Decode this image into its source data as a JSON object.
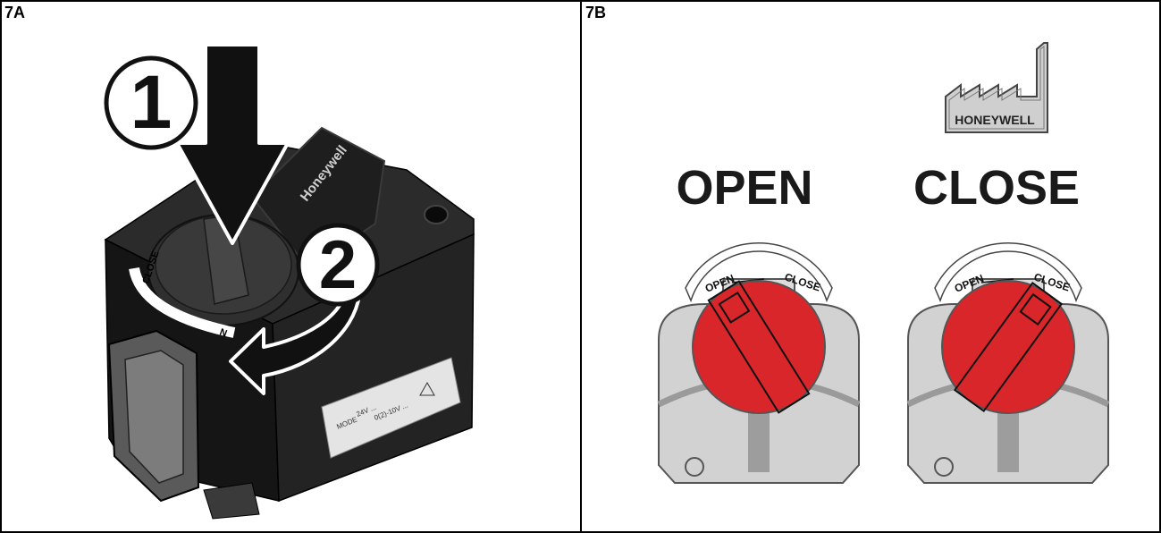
{
  "panels": [
    {
      "label": "7A"
    },
    {
      "label": "7B"
    }
  ],
  "panel_a": {
    "step_1": "①",
    "step_2": "②",
    "brand": "Honeywell",
    "dial_close": "CLOSE",
    "dial_open": "N",
    "label_lines": [
      "MODE",
      "24V ...",
      "0(2)-10V ..."
    ]
  },
  "panel_b": {
    "factory_label": "HONEYWELL",
    "states": [
      {
        "title": "OPEN",
        "ring_left": "OPEN",
        "ring_right": "CLOSE",
        "position": "open"
      },
      {
        "title": "CLOSE",
        "ring_left": "OPEN",
        "ring_right": "CLOSE",
        "position": "closed"
      }
    ]
  },
  "colors": {
    "knob_red": "#d9262b",
    "body_gray": "#d2d2d2",
    "housing_black": "#1b1b1b"
  }
}
